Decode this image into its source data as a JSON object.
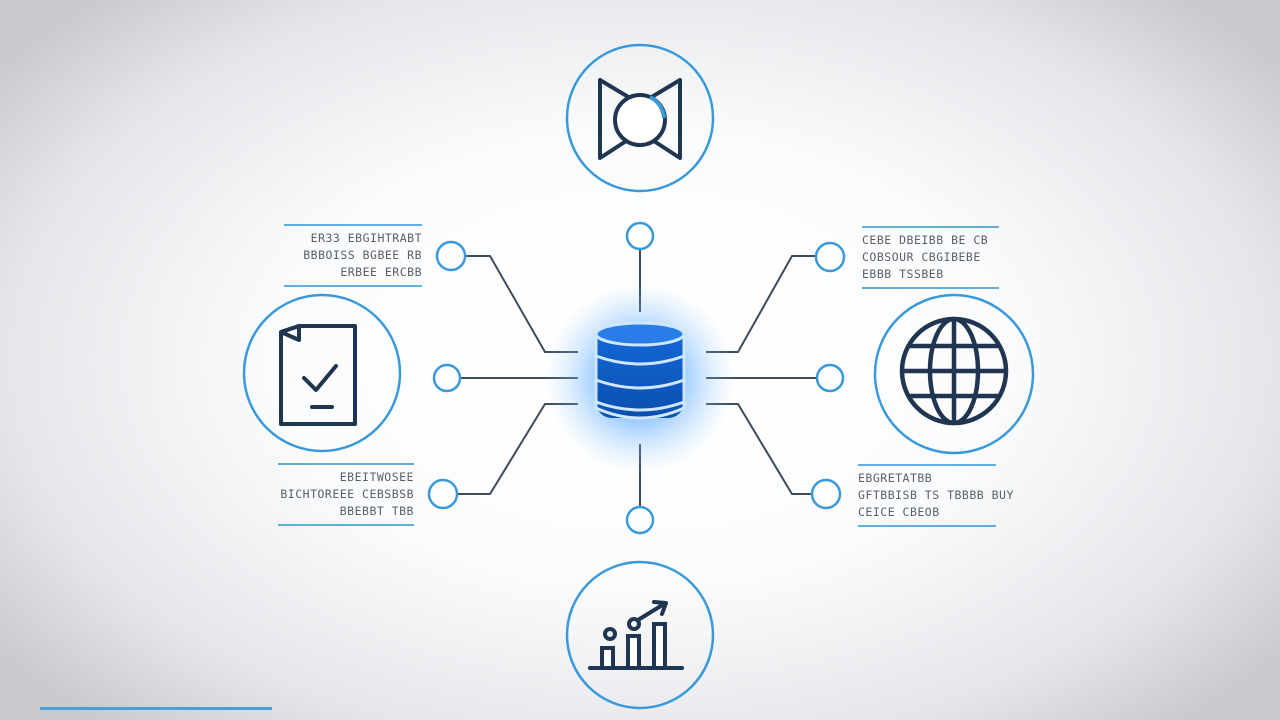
{
  "diagram": {
    "center": {
      "icon": "database-icon",
      "glow_color": "#2f86ff"
    },
    "nodes": [
      {
        "id": "top",
        "icon": "bowtie-ring-icon"
      },
      {
        "id": "left",
        "icon": "document-check-icon"
      },
      {
        "id": "right",
        "icon": "globe-icon"
      },
      {
        "id": "bottom",
        "icon": "growth-chart-icon"
      }
    ],
    "text_blocks": {
      "top_left": [
        "ERЗЗ  EBGIHTRABT",
        "BBBOISS  BGBEE  RB",
        "ERBEE  ERCBB"
      ],
      "top_right": [
        "CEBE  DBEIBB BE  CB",
        "COBSOUR  CBGIBEBE",
        "EBBB  TSSBEB"
      ],
      "bottom_left": [
        "EBEITWOSEE",
        "BICHTOREEE  CEBSBSB",
        "BBEBBT  TBB"
      ],
      "bottom_right": [
        "EBGRETATBB",
        "GFTBBISB  TS  TBBBB  BUY",
        "CEICE  CBEOB"
      ]
    },
    "colors": {
      "accent": "#3a9ad9",
      "icon_stroke": "#1f3550",
      "connector": "#3e4d5e",
      "database": "#0c5bc4"
    }
  }
}
